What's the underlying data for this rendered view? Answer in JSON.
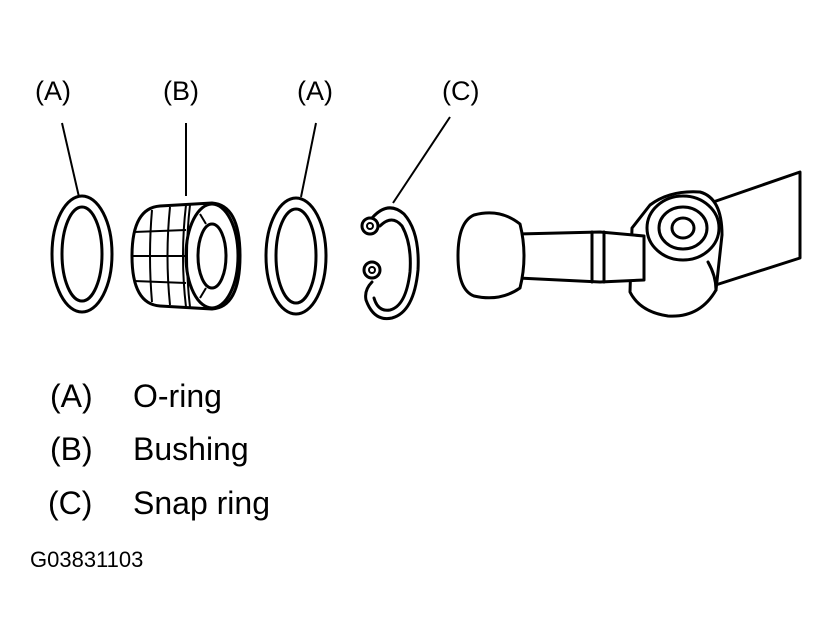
{
  "callouts": [
    {
      "id": "a1",
      "label": "(A)"
    },
    {
      "id": "b",
      "label": "(B)"
    },
    {
      "id": "a2",
      "label": "(A)"
    },
    {
      "id": "c",
      "label": "(C)"
    }
  ],
  "legend": [
    {
      "key": "(A)",
      "text": "O-ring"
    },
    {
      "key": "(B)",
      "text": "Bushing"
    },
    {
      "key": "(C)",
      "text": "Snap ring"
    }
  ],
  "figure_id": "G03831103"
}
